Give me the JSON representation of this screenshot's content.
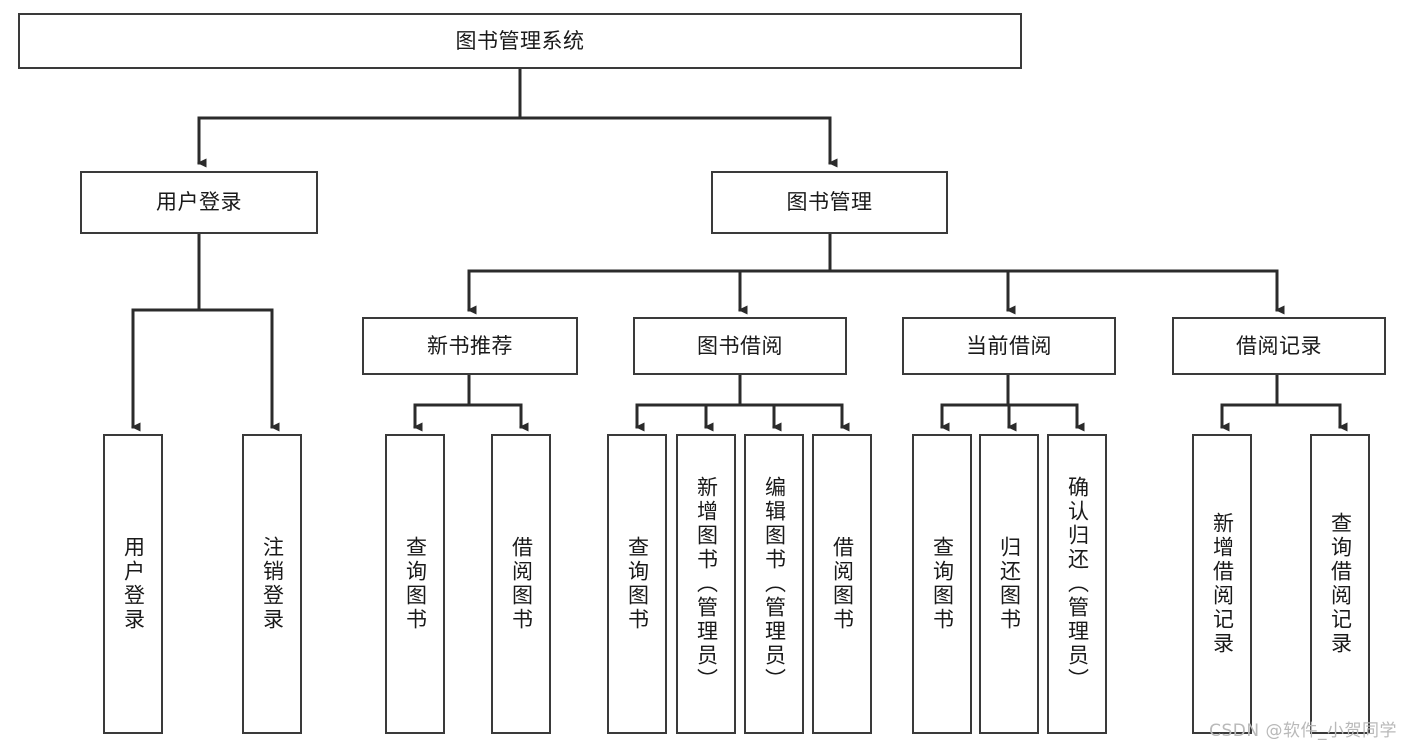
{
  "diagram": {
    "title": "图书管理系统",
    "type": "tree-hierarchy",
    "colors": {
      "box_border": "#3a3a3a",
      "box_fill": "#ffffff",
      "edge": "#2b2b2b",
      "text": "#1a1a1a",
      "watermark": "#b9b9b9"
    },
    "root": {
      "label": "图书管理系统"
    },
    "level2": [
      {
        "label": "用户登录"
      },
      {
        "label": "图书管理"
      }
    ],
    "level3": [
      {
        "label": "新书推荐"
      },
      {
        "label": "图书借阅"
      },
      {
        "label": "当前借阅"
      },
      {
        "label": "借阅记录"
      }
    ],
    "leaves": {
      "user_login": [
        {
          "label": "用户登录"
        },
        {
          "label": "注销登录"
        }
      ],
      "new_book_recommend": [
        {
          "label": "查询图书"
        },
        {
          "label": "借阅图书"
        }
      ],
      "book_borrow": [
        {
          "label": "查询图书"
        },
        {
          "label": "新增图书（管理员）"
        },
        {
          "label": "编辑图书（管理员）"
        },
        {
          "label": "借阅图书"
        }
      ],
      "current_borrow": [
        {
          "label": "查询图书"
        },
        {
          "label": "归还图书"
        },
        {
          "label": "确认归还（管理员）"
        }
      ],
      "borrow_records": [
        {
          "label": "新增借阅记录"
        },
        {
          "label": "查询借阅记录"
        }
      ]
    },
    "watermark": "CSDN @软件_小贺同学"
  }
}
